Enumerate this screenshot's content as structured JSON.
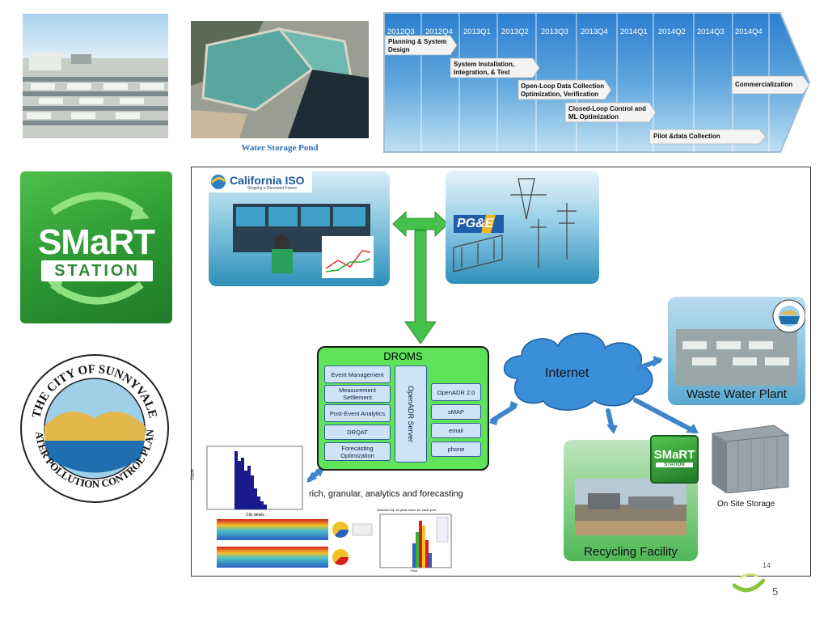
{
  "photos": {
    "pond_caption": "Water Storage Pond"
  },
  "timeline": {
    "quarters": [
      "2012Q3",
      "2012Q4",
      "2013Q1",
      "2013Q2",
      "2013Q3",
      "2013Q4",
      "2014Q1",
      "2014Q2",
      "2014Q3",
      "2014Q4"
    ],
    "tasks": {
      "planning": "Planning & System Design",
      "install": "System Installation, Integration, & Test",
      "openloop": "Open-Loop Data Collection Optimization, Verification",
      "closedloop": "Closed-Loop Control and ML Optimization",
      "pilot": "Pilot &data Collection",
      "commercial": "Commercialization"
    }
  },
  "logos": {
    "smart_main": "SMaRT",
    "smart_sub": "STATION",
    "sunnyvale_top": "THE CITY OF SUNNYVALE",
    "sunnyvale_bottom": "WATER POLLUTION CONTROL PLANT"
  },
  "diagram": {
    "caiso": "California ISO",
    "caiso_tagline": "Shaping a Renewed Future",
    "pge": "PG&E",
    "droms_title": "DROMS",
    "droms_left": [
      "Event Management",
      "Measurement Settlement",
      "Post-Event Analytics",
      "DRQAT",
      "Forecasting Optimization"
    ],
    "droms_server": "OpenADR Server",
    "droms_right": [
      "OpenADR 2.0",
      "sMAP",
      "email",
      "phone"
    ],
    "internet": "Internet",
    "wwp": "Waste Water Plant",
    "recycling": "Recycling Facility",
    "storage": "On Site Storage",
    "analytics": "rich, granular, analytics and forecasting",
    "smart_small_main": "SMaRT",
    "smart_small_sub": "STATION",
    "plot_count_label": "Count",
    "plot_city": "City dewts",
    "plot_title": "Selected top 40 peak hours for each year",
    "plot_hour": "Hour",
    "inner_page": "14"
  },
  "page_number": "5",
  "colors": {
    "timeline_blue": "#1f74c7",
    "droms_green": "#5fe35a",
    "arrow_green": "#45c04a",
    "arrow_blue": "#3f86c9"
  }
}
